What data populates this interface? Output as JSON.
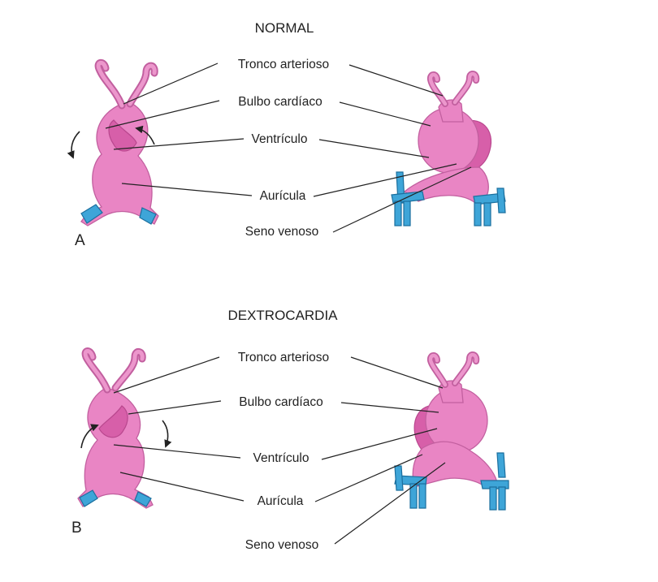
{
  "colors": {
    "tissue": "#e985c4",
    "tissue_dark": "#d75fa9",
    "vessel": "#3ea5d8",
    "text": "#222222"
  },
  "panels": [
    {
      "id": "A",
      "title": "NORMAL",
      "letter": "A",
      "labels": [
        "Tronco arterioso",
        "Bulbo cardíaco",
        "Ventrículo",
        "Aurícula",
        "Seno venoso"
      ]
    },
    {
      "id": "B",
      "title": "DEXTROCARDIA",
      "letter": "B",
      "labels": [
        "Tronco arterioso",
        "Bulbo cardíaco",
        "Ventrículo",
        "Aurícula",
        "Seno venoso"
      ]
    }
  ]
}
